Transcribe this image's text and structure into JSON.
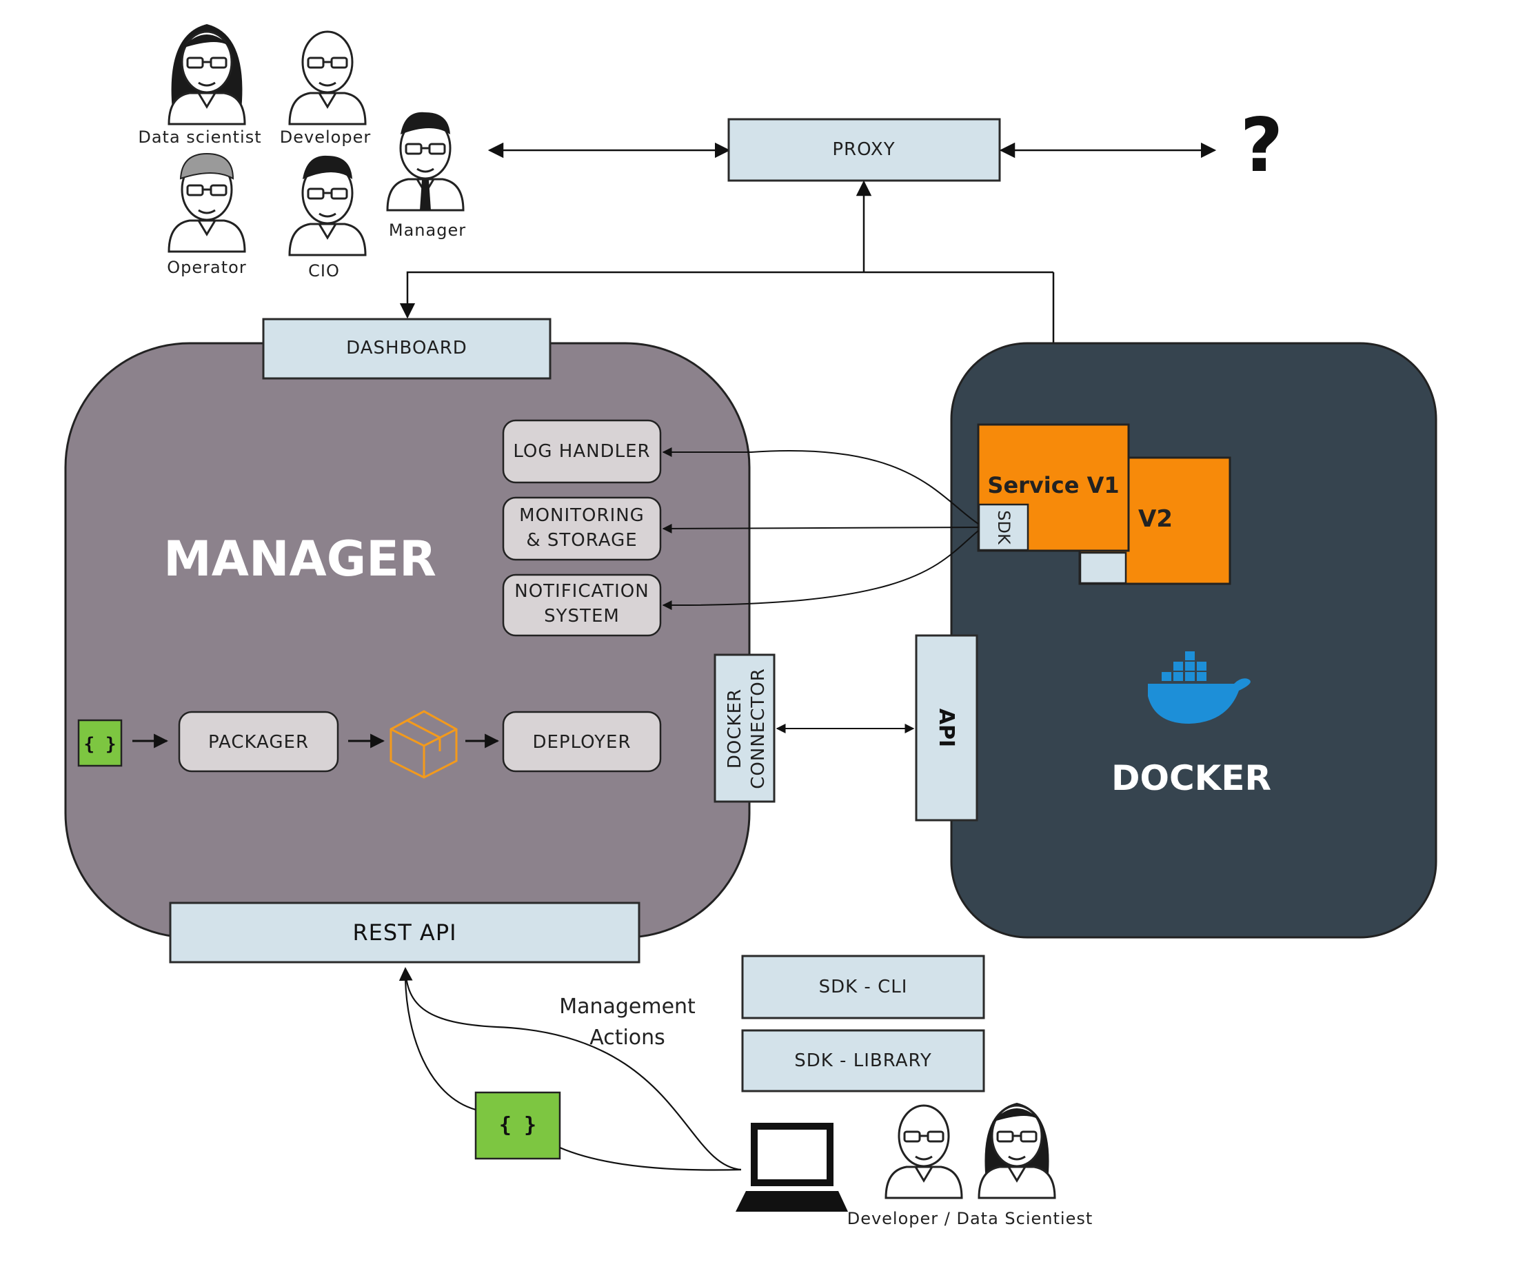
{
  "people_top": {
    "data_scientist": "Data scientist",
    "developer": "Developer",
    "manager": "Manager",
    "operator": "Operator",
    "cio": "CIO"
  },
  "proxy": {
    "label": "PROXY"
  },
  "unknown": {
    "label": "?"
  },
  "dashboard": {
    "label": "DASHBOARD"
  },
  "manager": {
    "title": "MANAGER",
    "log_handler": "LOG HANDLER",
    "monitoring": [
      "MONITORING",
      "& STORAGE"
    ],
    "notification": [
      "NOTIFICATION",
      "SYSTEM"
    ],
    "json_icon": "{ }",
    "packager": "PACKAGER",
    "deployer": "DEPLOYER",
    "docker_connector": [
      "DOCKER",
      "CONNECTOR"
    ]
  },
  "rest_api": {
    "label": "REST API"
  },
  "docker": {
    "title": "DOCKER",
    "service_v1": "Service V1",
    "sdk": "SDK",
    "v2": "V2",
    "api": "API",
    "whale_icon": "docker-whale-icon"
  },
  "bottom": {
    "management_actions": [
      "Management",
      "Actions"
    ],
    "json_icon": "{ }",
    "sdk_cli": "SDK - CLI",
    "sdk_library": "SDK - LIBRARY",
    "developer_data_scientist": "Developer / Data Scientiest"
  },
  "colors": {
    "manager_bg": "#8c828c",
    "docker_bg": "#36444f",
    "light_box": "#d3e2ea",
    "service_orange": "#f78a0a",
    "json_green": "#7dc641",
    "docker_blue": "#1d8fd8"
  }
}
